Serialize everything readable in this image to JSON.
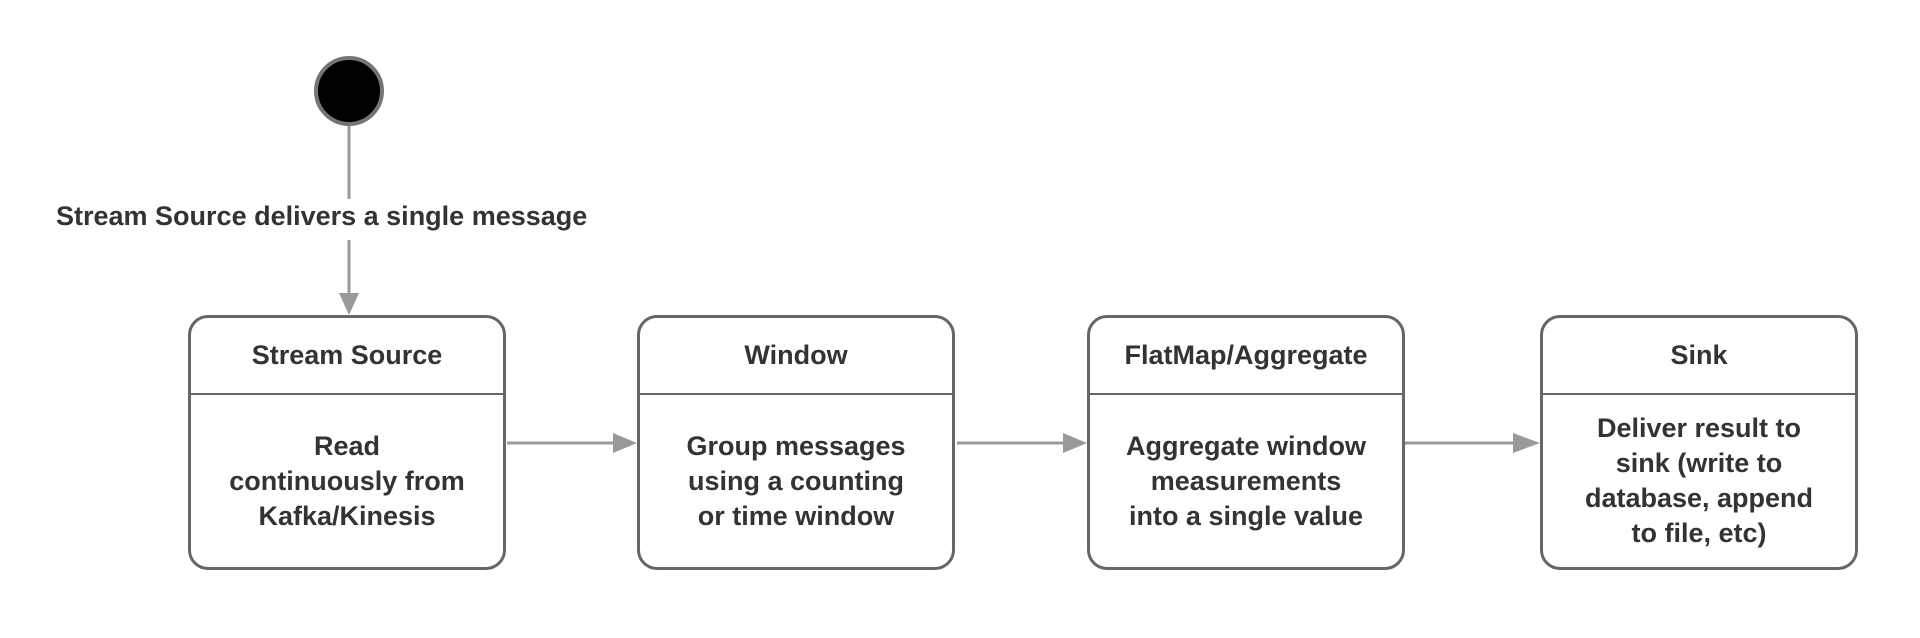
{
  "diagram": {
    "edge_label": "Stream Source delivers a single message",
    "nodes": [
      {
        "title": "Stream Source",
        "body": "Read\ncontinuously from\nKafka/Kinesis"
      },
      {
        "title": "Window",
        "body": "Group messages\nusing a counting\nor time window"
      },
      {
        "title": "FlatMap/Aggregate",
        "body": "Aggregate window\nmeasurements\ninto a single value"
      },
      {
        "title": "Sink",
        "body": "Deliver result to\nsink (write to\ndatabase, append\nto file, etc)"
      }
    ],
    "colors": {
      "bg": "#ffffff",
      "border": "#666666",
      "arrow": "#999999",
      "text": "#333333",
      "initial_fill": "#000000",
      "initial_ring": "#757575"
    }
  }
}
